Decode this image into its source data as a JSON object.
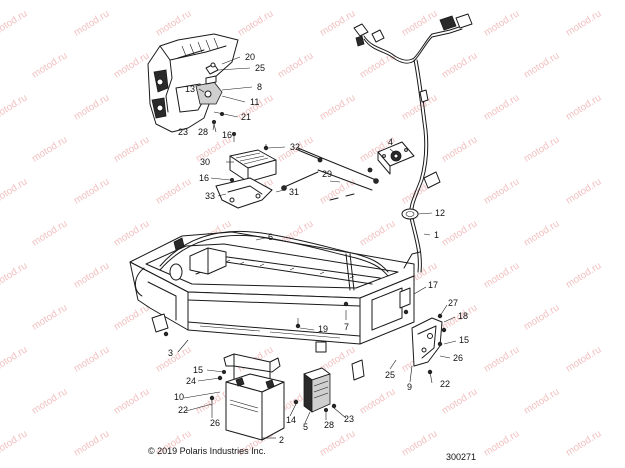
{
  "watermark": "motod.ru",
  "copyright": "© 2019 Polaris Industries Inc.",
  "diagram_id": "300271",
  "callouts": [
    "20",
    "25",
    "8",
    "13",
    "11",
    "23",
    "28",
    "21",
    "16",
    "32",
    "30",
    "16",
    "31",
    "33",
    "4",
    "29",
    "12",
    "1",
    "6",
    "17",
    "27",
    "18",
    "7",
    "19",
    "15",
    "3",
    "26",
    "15",
    "24",
    "10",
    "22",
    "25",
    "9",
    "22",
    "14",
    "5",
    "28",
    "23",
    "26",
    "2"
  ]
}
